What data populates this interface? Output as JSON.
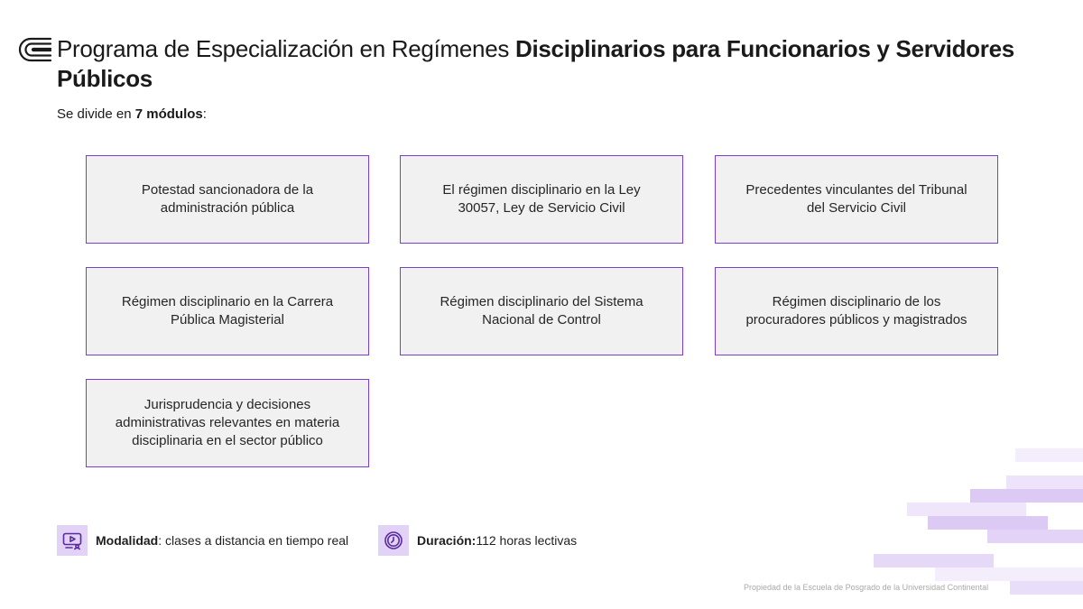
{
  "header": {
    "title_regular": "Programa de Especialización en Regímenes ",
    "title_bold": "Disciplinarios para Funcionarios y Servidores Públicos",
    "logo_icon": "continental-logo-icon"
  },
  "intro": {
    "prefix": "Se divide en ",
    "count_bold": "7 módulos",
    "suffix": ":"
  },
  "modules": [
    "Potestad sancionadora de la administración pública",
    "El régimen disciplinario en la Ley 30057, Ley de Servicio Civil",
    "Precedentes vinculantes del Tribunal del Servicio Civil",
    "Régimen disciplinario en la Carrera Pública Magisterial",
    "Régimen disciplinario del Sistema Nacional de Control",
    "Régimen disciplinario de los procuradores públicos y magistrados",
    "Jurisprudencia y decisiones administrativas relevantes en materia disciplinaria en el sector público"
  ],
  "modality": {
    "label": "Modalidad",
    "value": ": clases a distancia en tiempo real",
    "icon": "video-class-icon"
  },
  "duration": {
    "label": "Duración:",
    "value": " 112 horas lectivas",
    "icon": "clock-icon"
  },
  "footer": {
    "text": "Propiedad de la Escuela de Posgrado de la Universidad Continental"
  },
  "colors": {
    "accent": "#7b3fcf",
    "card_bg": "#f1f1f2",
    "icon_bg": "#e1d2f6",
    "icon_stroke": "#5b2a9e"
  }
}
